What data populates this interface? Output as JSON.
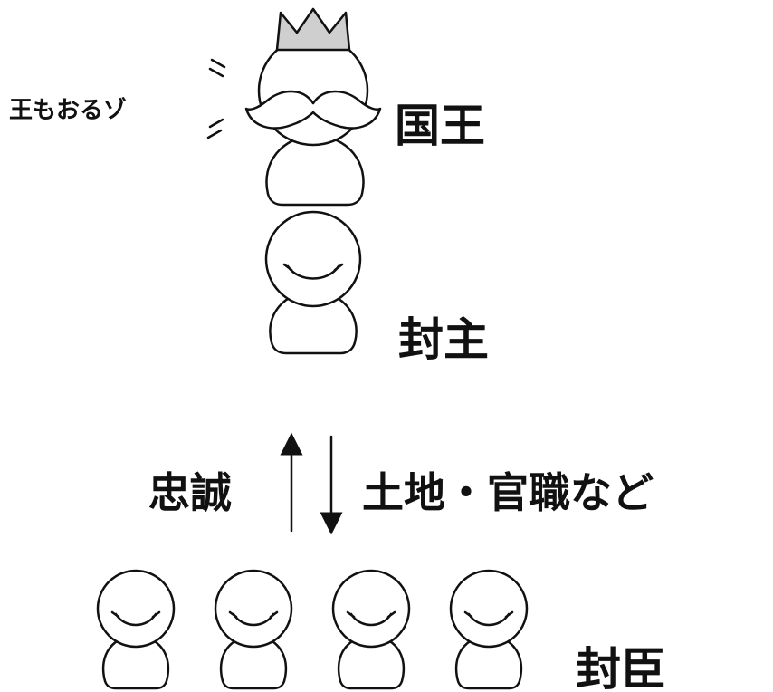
{
  "labels": {
    "king": "国王",
    "king_speech": "王もおるゾ",
    "lord": "封主",
    "loyalty": "忠誠",
    "grants": "土地・官職など",
    "vassal": "封臣"
  },
  "colors": {
    "ink": "#111111",
    "crown": "#cfcfcf",
    "background": "#ffffff"
  }
}
